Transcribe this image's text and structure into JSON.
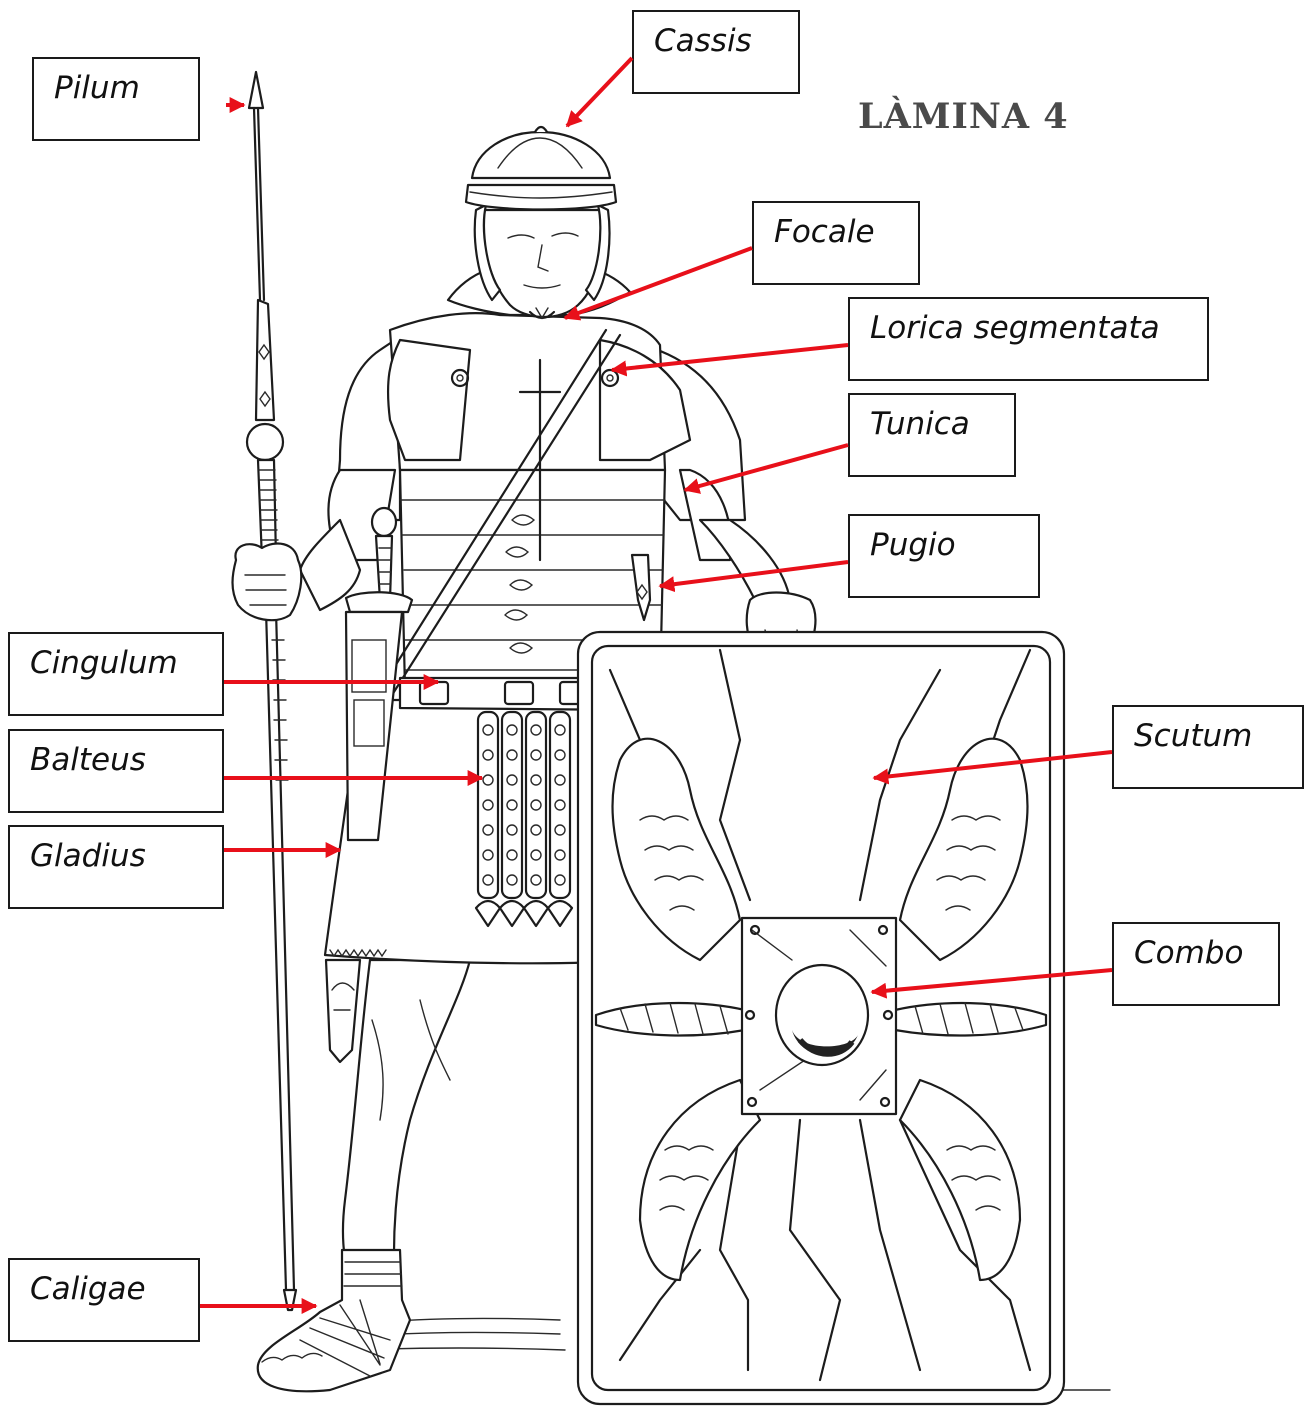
{
  "title": "LÀMINA 4",
  "labels": {
    "pilum": "Pilum",
    "cassis": "Cassis",
    "focale": "Focale",
    "lorica": "Lorica segmentata",
    "tunica": "Tunica",
    "pugio": "Pugio",
    "cingulum": "Cingulum",
    "balteus": "Balteus",
    "gladius": "Gladius",
    "scutum": "Scutum",
    "combo": "Combo",
    "caligae": "Caligae"
  },
  "colors": {
    "arrow": "#e8101a",
    "ink": "#1c1c1c",
    "title": "#4a4a4a"
  }
}
